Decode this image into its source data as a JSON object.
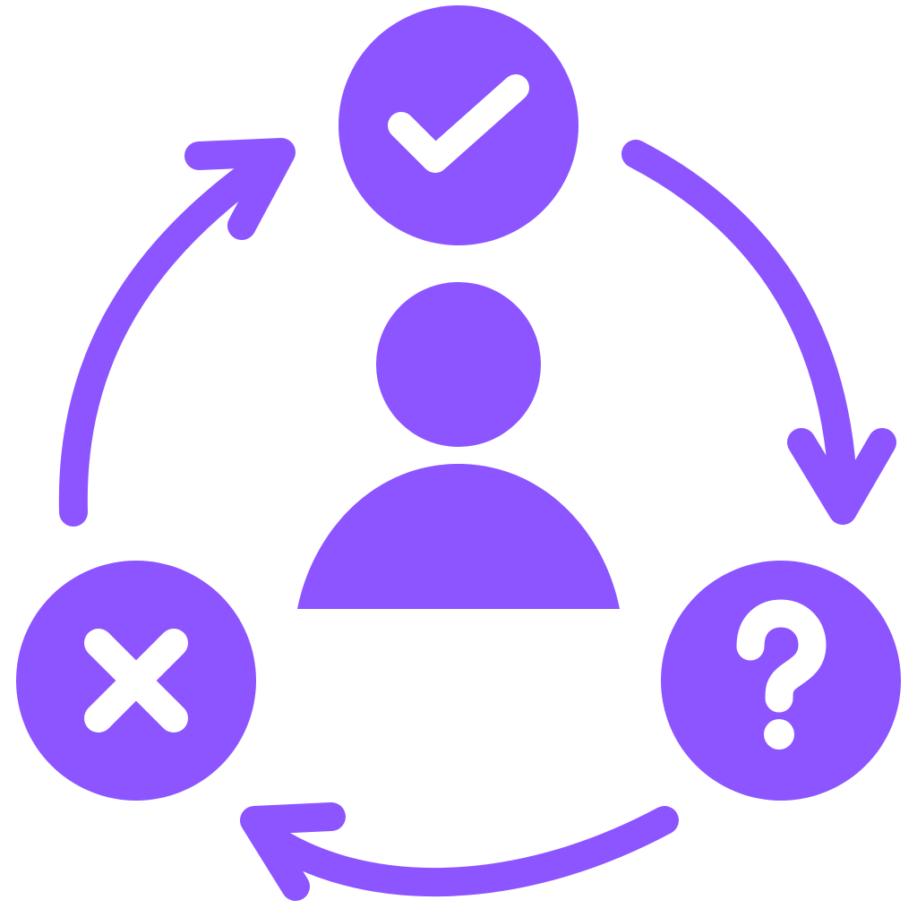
{
  "colors": {
    "accent": "#8c55ff",
    "background": "#ffffff",
    "glyph": "#ffffff"
  },
  "icons": {
    "center": "person-icon",
    "top": "check-icon",
    "bottom_right": "question-icon",
    "bottom_left": "x-icon",
    "cycle_arrows": [
      "arrow-right-curved",
      "arrow-down-curved",
      "arrow-left-curved"
    ]
  }
}
